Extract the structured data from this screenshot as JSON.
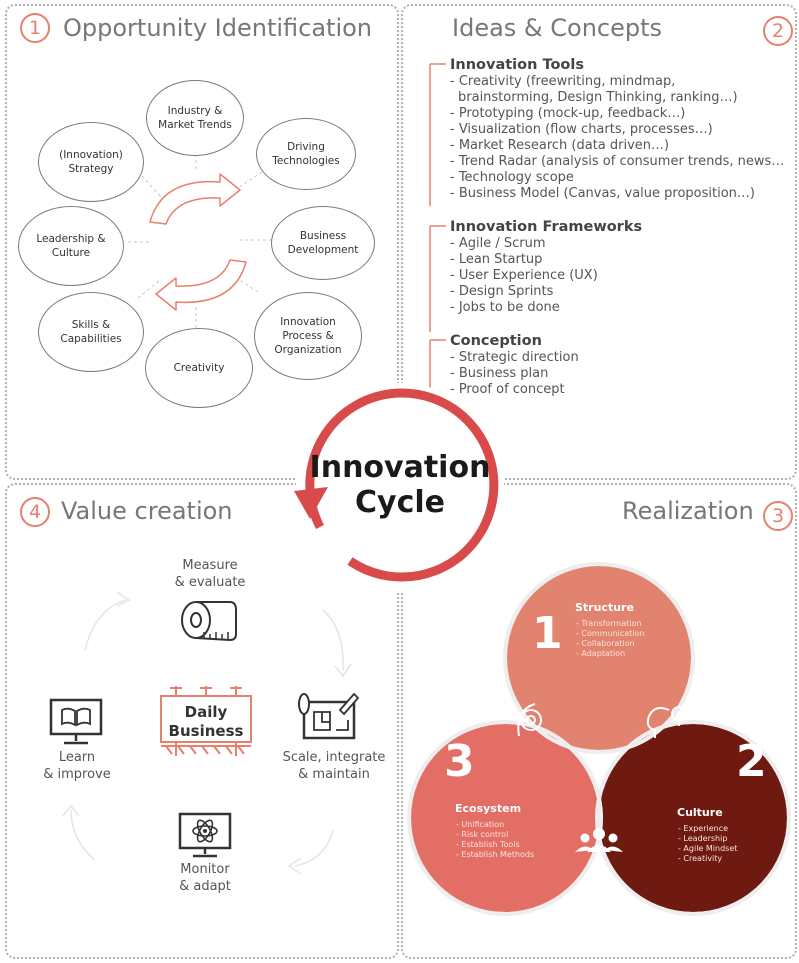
{
  "panels": {
    "p1": {
      "number": "1",
      "title": "Opportunity Identification"
    },
    "p2": {
      "number": "2",
      "title": "Ideas & Concepts"
    },
    "p3": {
      "number": "3",
      "title": "Realization"
    },
    "p4": {
      "number": "4",
      "title": "Value creation"
    }
  },
  "opportunity": {
    "bubbles": [
      {
        "label": "Industry & Market Trends"
      },
      {
        "label": "Driving Technologies"
      },
      {
        "label": "Business Development"
      },
      {
        "label": "Innovation Process & Organization"
      },
      {
        "label": "Creativity"
      },
      {
        "label": "Skills & Capabilities"
      },
      {
        "label": "Leadership & Culture"
      },
      {
        "label": "(Innovation) Strategy"
      }
    ]
  },
  "ideas": {
    "sections": [
      {
        "heading": "Innovation Tools",
        "items": [
          "- Creativity (freewriting, mindmap,",
          "brainstorming, Design Thinking, ranking…)",
          "- Prototyping (mock-up, feedback…)",
          "- Visualization (flow charts, processes…)",
          "- Market Research (data driven…)",
          "- Trend Radar (analysis of consumer trends, news…",
          "- Technology scope",
          "- Business Model (Canvas, value proposition…)"
        ]
      },
      {
        "heading": "Innovation Frameworks",
        "items": [
          "- Agile / Scrum",
          "- Lean Startup",
          "- User Experience (UX)",
          "- Design Sprints",
          "- Jobs to be done"
        ]
      },
      {
        "heading": "Conception",
        "items": [
          "- Strategic direction",
          "- Business plan",
          "- Proof of concept"
        ]
      }
    ]
  },
  "center": {
    "line1": "Innovation",
    "line2": "Cycle"
  },
  "value": {
    "measure": {
      "line1": "Measure",
      "line2": "& evaluate"
    },
    "scale": {
      "line1": "Scale, integrate",
      "line2": "& maintain"
    },
    "monitor": {
      "line1": "Monitor",
      "line2": "& adapt"
    },
    "learn": {
      "line1": "Learn",
      "line2": "& improve"
    },
    "daily": {
      "line1": "Daily",
      "line2": "Business"
    }
  },
  "realization": {
    "structure": {
      "number": "1",
      "title": "Structure",
      "items": [
        "- Transformation",
        "- Communication",
        "- Collaboration",
        "- Adaptation"
      ]
    },
    "culture": {
      "number": "2",
      "title": "Culture",
      "items": [
        "- Experience",
        "- Leadership",
        "- Agile Mindset",
        "- Creativity"
      ]
    },
    "ecosystem": {
      "number": "3",
      "title": "Ecosystem",
      "items": [
        "- Unification",
        "- Risk control",
        "- Establish Tools",
        "- Establish Methods"
      ]
    }
  },
  "colors": {
    "accent": "#e8806e",
    "ring": "#d94b4b",
    "venn1": "#e2836f",
    "venn2": "#6e1a10",
    "venn3": "#e0584f",
    "center": "#e04a2c"
  }
}
